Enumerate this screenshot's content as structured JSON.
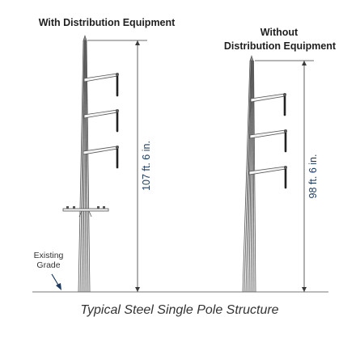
{
  "diagram": {
    "caption": "Typical Steel Single Pole Structure",
    "existing_grade": {
      "line1": "Existing",
      "line2": "Grade"
    },
    "poles": [
      {
        "title_line1": "With Distribution Equipment",
        "title_line2": "",
        "height_label": "107 ft. 6 in."
      },
      {
        "title_line1": "Without",
        "title_line2": "Distribution Equipment",
        "height_label": "98 ft. 6 in."
      }
    ],
    "colors": {
      "pole_stroke": "#555555",
      "dimension_line": "#3a3a3a",
      "dimension_text": "#1d3a5c",
      "ground_line": "#777777",
      "arrow": "#1d3a5c",
      "insulator": "#222222"
    }
  }
}
